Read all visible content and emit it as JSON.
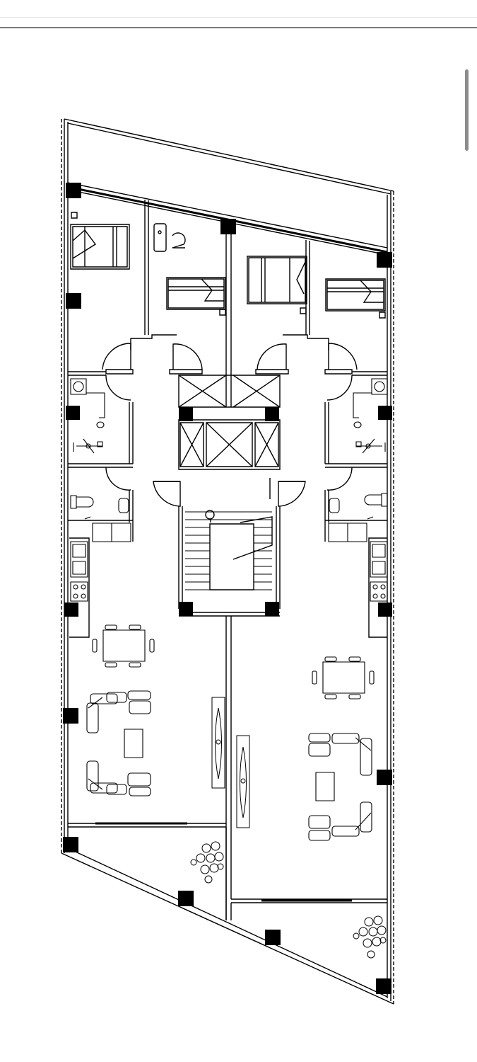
{
  "viewer": {
    "toolbar_icon": "none",
    "scrollbar": "vertical-scrollbar"
  },
  "plan": {
    "type": "architectural-floor-plan",
    "units": 2,
    "colors": {
      "line": "#000000",
      "column": "#000000",
      "background": "#ffffff"
    }
  }
}
